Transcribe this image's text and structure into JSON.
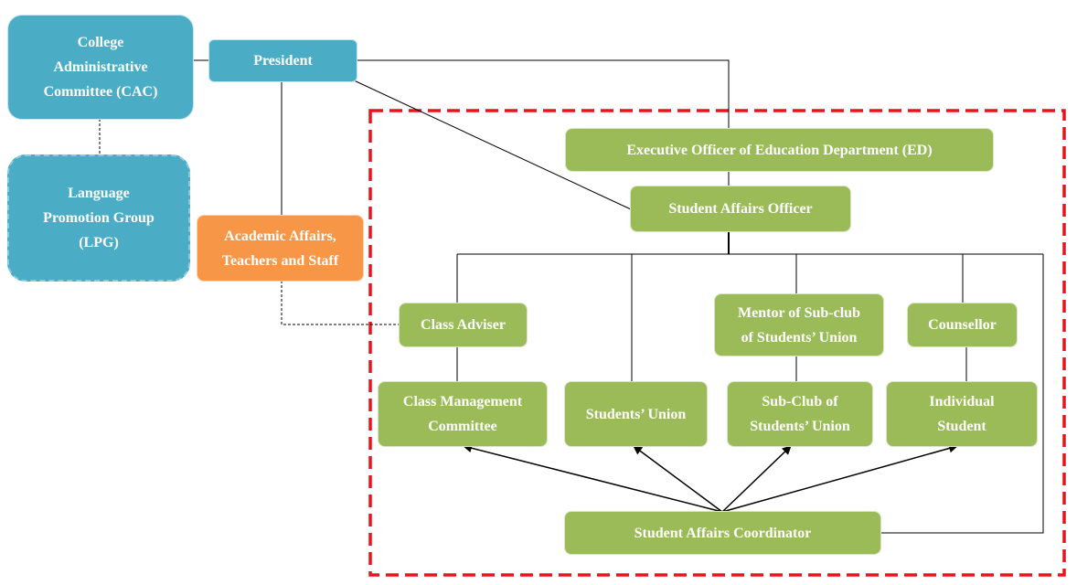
{
  "nodes": {
    "cac": "College\nAdministrative\nCommittee (CAC)",
    "lpg": "Language\nPromotion Group\n(LPG)",
    "president": "President",
    "academic": "Academic Affairs,\nTeachers and Staff",
    "ed": "Executive Officer of Education Department (ED)",
    "sao": "Student Affairs Officer",
    "class_adviser": "Class Adviser",
    "mentor": "Mentor of Sub-club\nof Students’ Union",
    "counsellor": "Counsellor",
    "class_mgmt": "Class Management\nCommittee",
    "students_union": "Students’ Union",
    "sub_club": "Sub-Club of\nStudents’ Union",
    "individual": "Individual\nStudent",
    "coordinator": "Student Affairs Coordinator"
  },
  "colors": {
    "green": "#9bbb59",
    "blue": "#4bacc6",
    "orange": "#f79646",
    "red_frame": "#e8141b",
    "connector": "#000000"
  }
}
